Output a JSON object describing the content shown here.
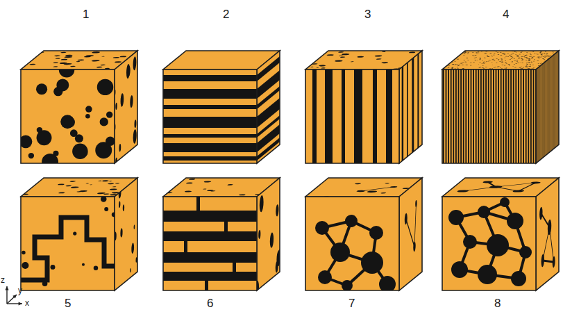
{
  "diagram": {
    "labels": [
      "1",
      "2",
      "3",
      "4",
      "z",
      "y",
      "x",
      "5",
      "6",
      "7",
      "8"
    ]
  }
}
